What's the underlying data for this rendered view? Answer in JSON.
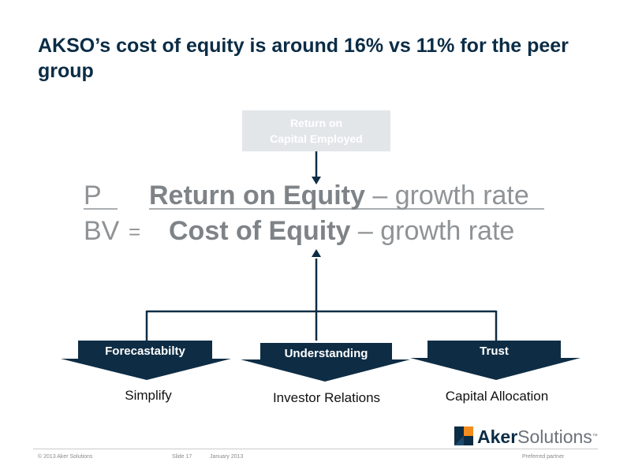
{
  "slide": {
    "title": "AKSO’s cost of equity is around 16% vs 11% for the peer group"
  },
  "roce_box": {
    "line1": "Return on",
    "line2": "Capital Employed"
  },
  "formula": {
    "p_label": "P",
    "bv_label": "BV",
    "equals": "=",
    "numerator_bold": "Return on Equity",
    "numerator_rest": " – growth rate",
    "denominator_bold": "Cost of Equity",
    "denominator_rest": " – growth rate"
  },
  "drivers": [
    {
      "label": "Forecastabilty",
      "sub": "Simplify"
    },
    {
      "label": "Understanding",
      "sub": "Investor Relations"
    },
    {
      "label": "Trust",
      "sub": "Capital Allocation"
    }
  ],
  "footer": {
    "copyright": "© 2013 Aker Solutions",
    "slide": "Slide 17",
    "date": "January 2013",
    "tagline": "Preferred partner"
  },
  "logo": {
    "aker": "Aker",
    "solutions": "Solutions",
    "tm": "™"
  },
  "colors": {
    "title": "#0b2c45",
    "chevron": "#0e2d45",
    "formula_text": "#8f9396",
    "roce_box": "#e3e6e9",
    "logo_orange": "#f28c1e"
  }
}
